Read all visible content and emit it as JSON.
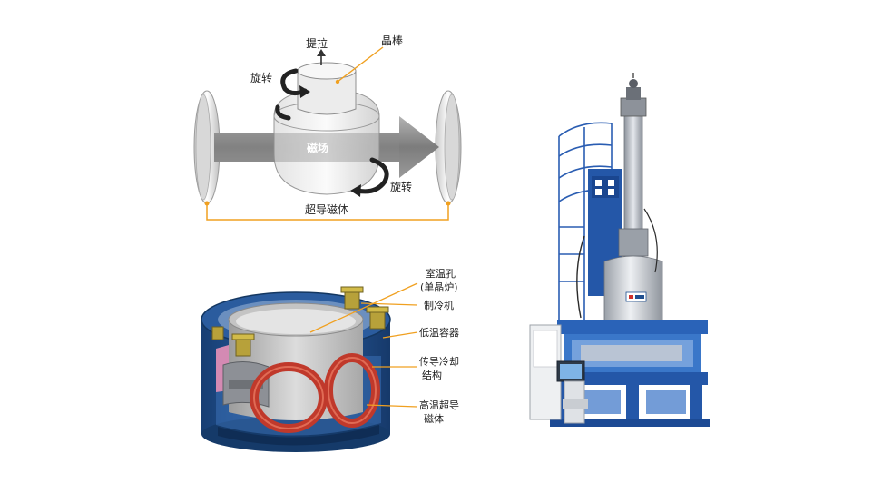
{
  "diagram_top": {
    "label_pull": "提拉",
    "label_crystal_rod": "晶棒",
    "label_rotate_top": "旋转",
    "label_magnetic_field": "磁场",
    "label_rotate_bottom": "旋转",
    "label_superconducting_magnet": "超导磁体"
  },
  "diagram_bottom": {
    "label_warm_bore_line1": "室温孔",
    "label_warm_bore_line2": "(单晶炉)",
    "label_cryocooler": "制冷机",
    "label_cryostat": "低温容器",
    "label_conduction_line1": "传导冷却",
    "label_conduction_line2": "结构",
    "label_hts_line1": "高温超导",
    "label_hts_line2": "磁体"
  },
  "colors": {
    "leader_line": "#f0a020",
    "arrow_gray": "#8a8a8a",
    "cryostat_blue": "#1f4f8f",
    "coil_red": "#c0392b",
    "frame_blue": "#2457a8",
    "furnace_silver": "#b8bcc4"
  }
}
